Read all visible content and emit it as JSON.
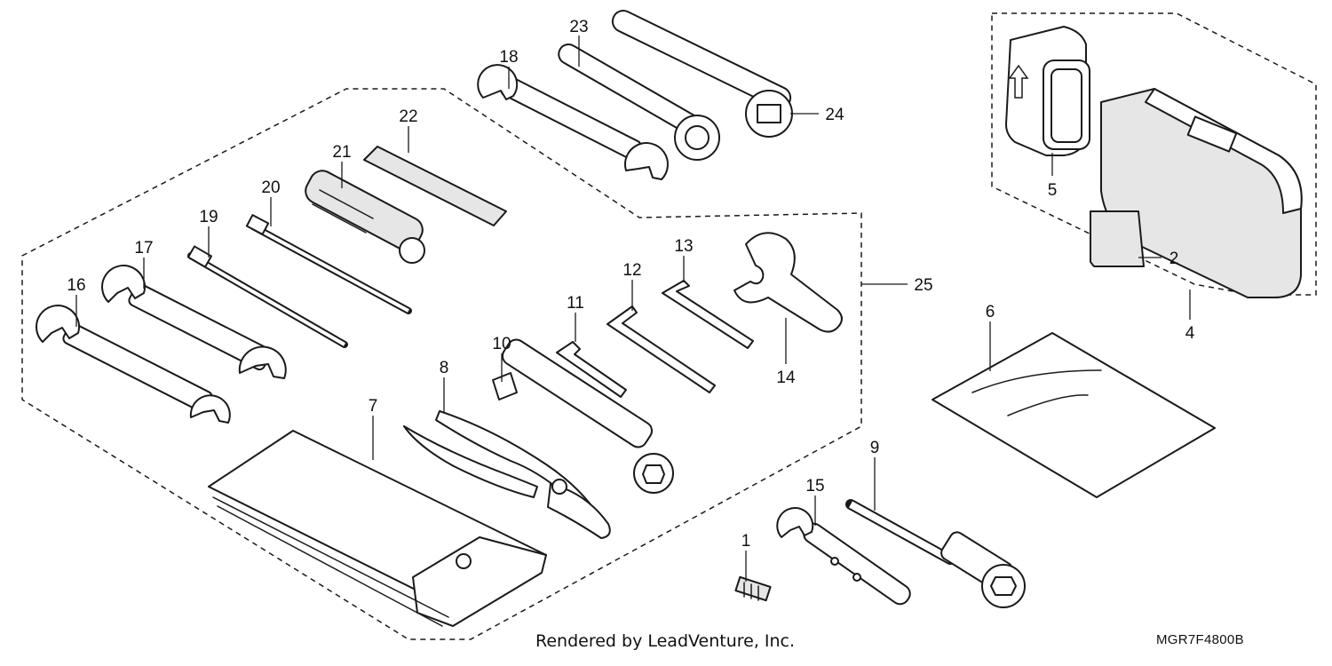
{
  "diagram": {
    "callouts": [
      "1",
      "2",
      "4",
      "5",
      "6",
      "7",
      "8",
      "9",
      "10",
      "11",
      "12",
      "13",
      "14",
      "15",
      "16",
      "17",
      "18",
      "19",
      "20",
      "21",
      "22",
      "23",
      "24",
      "25"
    ],
    "credit": "Rendered by LeadVenture, Inc.",
    "drawing_code": "MGR7F4800B"
  },
  "colors": {
    "line": "#1a1a1a",
    "fill": "#e6e6e6",
    "background": "#ffffff"
  }
}
